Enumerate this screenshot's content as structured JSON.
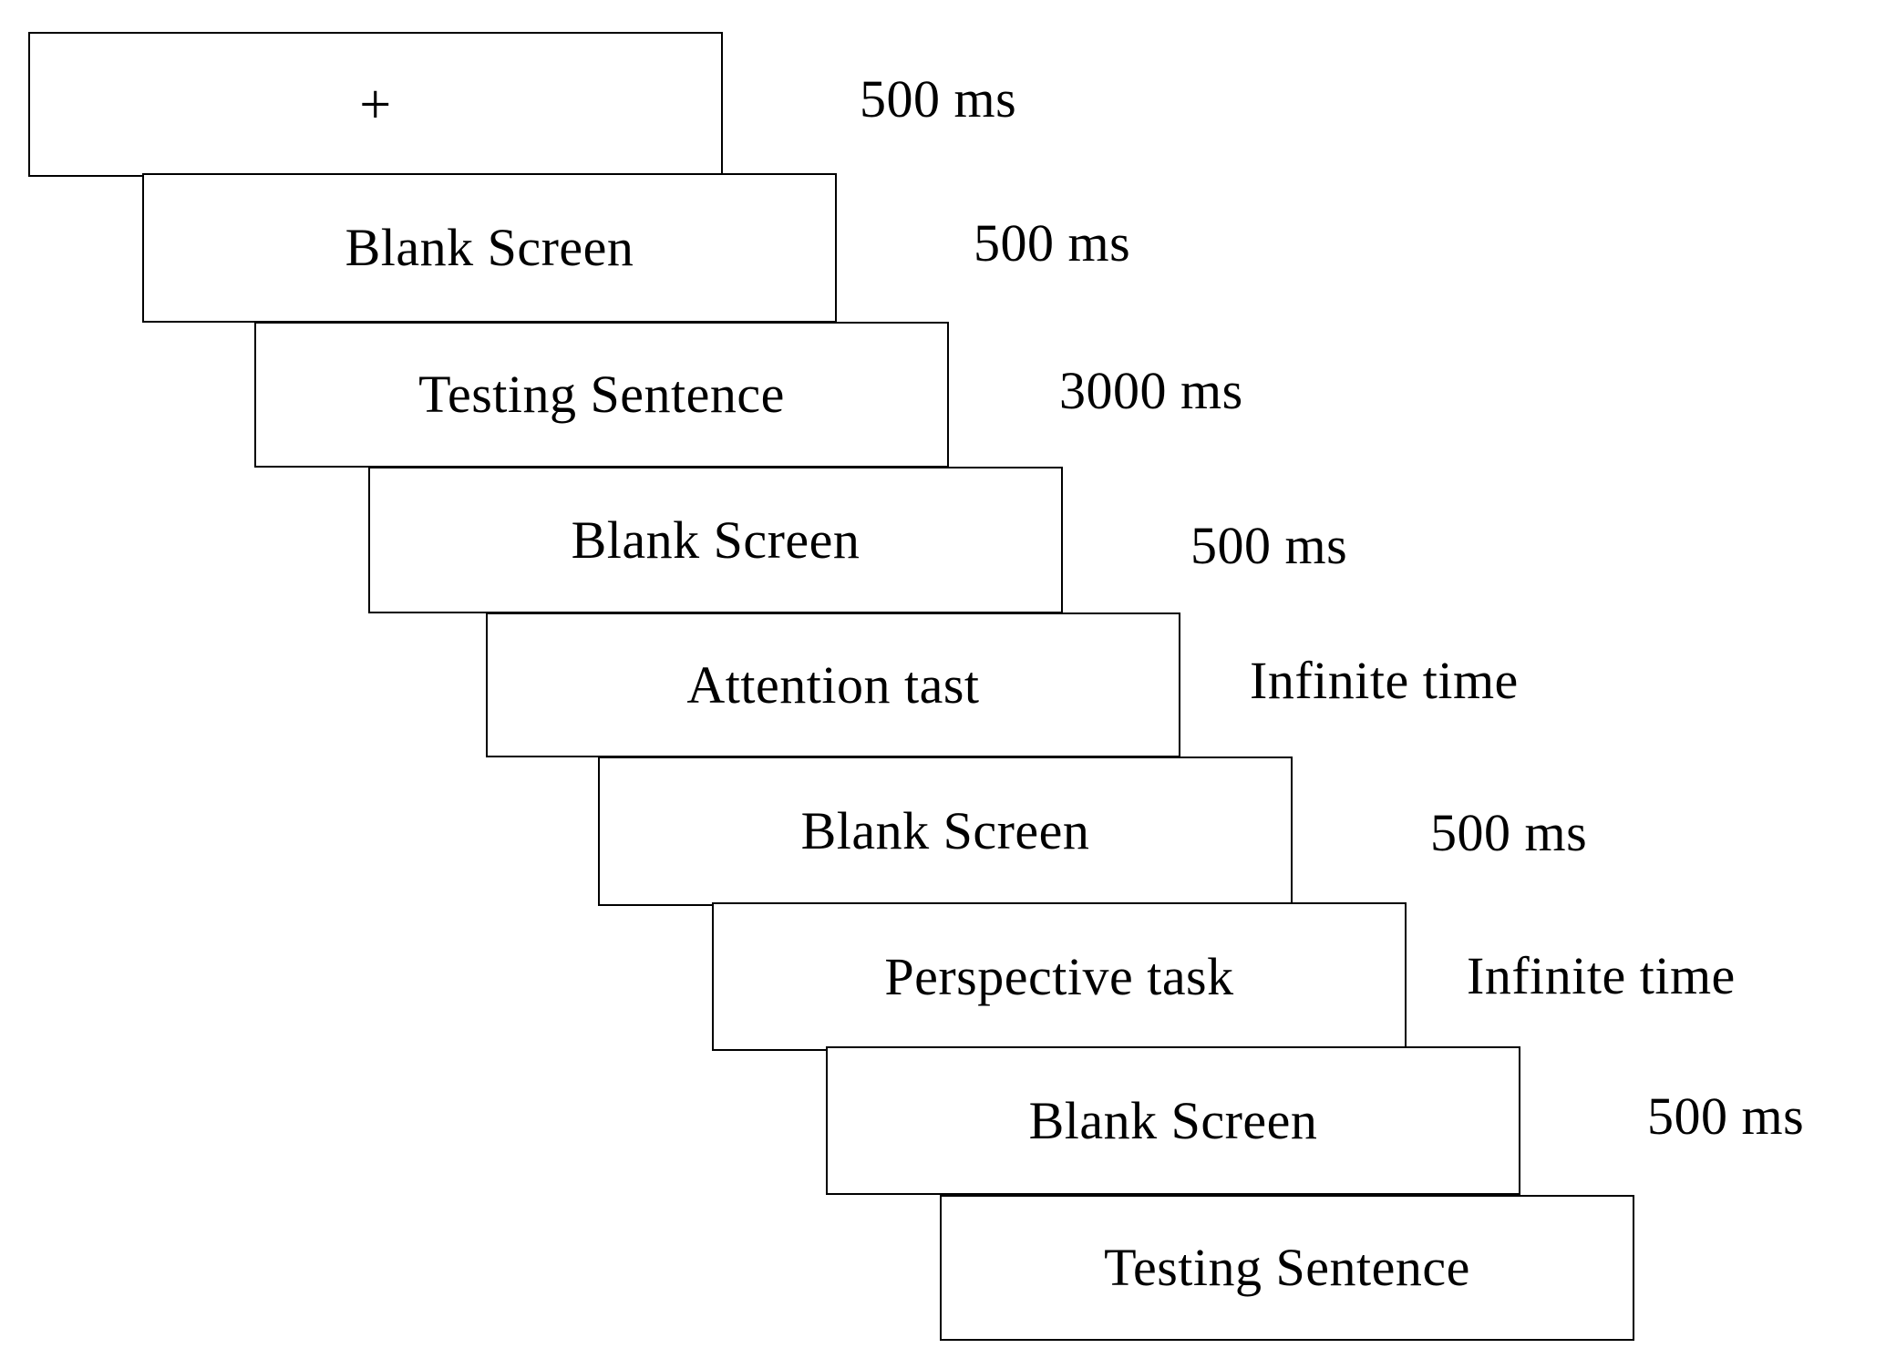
{
  "diagram": {
    "steps": [
      {
        "label": "+",
        "duration": "500 ms"
      },
      {
        "label": "Blank Screen",
        "duration": "500 ms"
      },
      {
        "label": "Testing Sentence",
        "duration": "3000 ms"
      },
      {
        "label": "Blank Screen",
        "duration": "500 ms"
      },
      {
        "label": "Attention tast",
        "duration": "Infinite time"
      },
      {
        "label": "Blank Screen",
        "duration": "500 ms"
      },
      {
        "label": "Perspective task",
        "duration": "Infinite time"
      },
      {
        "label": "Blank Screen",
        "duration": "500 ms"
      },
      {
        "label": "Testing Sentence",
        "duration": ""
      }
    ]
  }
}
